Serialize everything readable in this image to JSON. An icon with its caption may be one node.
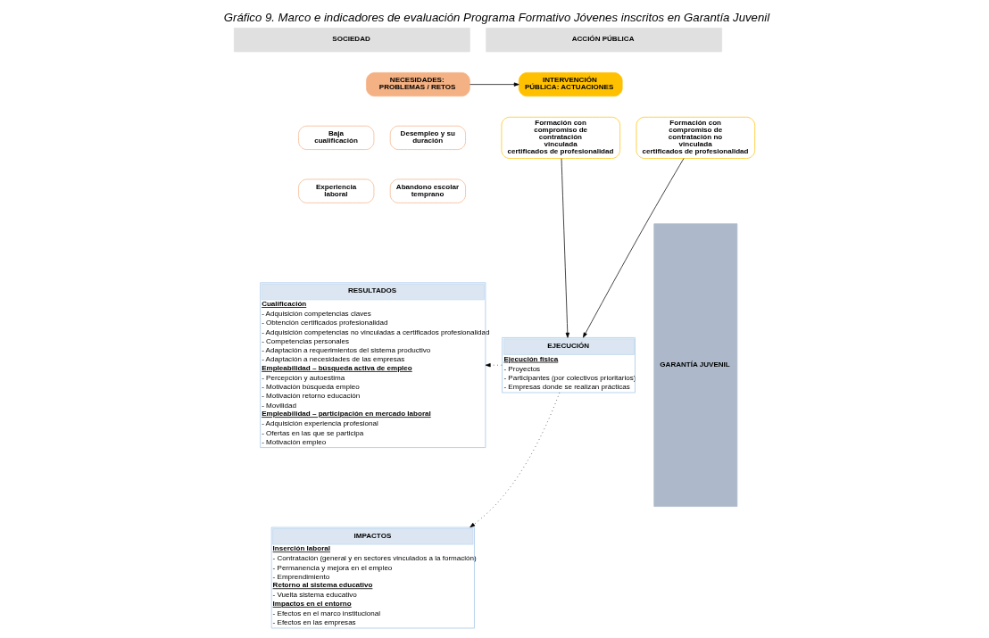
{
  "diagram": {
    "title": "Gráfico 9. Marco e indicadores de evaluación Programa Formativo Jóvenes inscritos en Garantía Juvenil",
    "nodes": [
      {
        "text": [
          "SOCIEDAD"
        ]
      },
      {
        "text": [
          "ACCIÓN PÚBLICA"
        ]
      },
      {
        "text": [
          "NECESIDADES: PROBLEMAS / RETOS"
        ]
      },
      {
        "text": [
          "Baja cualificación"
        ]
      },
      {
        "text": [
          "Desempleo y su duración"
        ]
      },
      {
        "text": [
          "Experiencia laboral"
        ]
      },
      {
        "text": [
          "Abandono escolar temprano"
        ]
      },
      {
        "text": [
          "INTERVENCIÓN PÚBLICA: ACTUACIONES"
        ]
      },
      {
        "text": [
          "Formación con compromiso de contratación vinculada certificados de profesionalidad"
        ]
      },
      {
        "text": [
          "Formación con compromiso de contratación no vinculada certificados de profesionalidad"
        ]
      },
      {
        "text": [
          "RESULTADOS",
          "Cualificación",
          "- Adquisición competencias claves",
          "- Obtención certificados profesionalidad",
          "- Adquisición competencias no vinculadas a certificados profesionalidad",
          "- Competencias personales",
          "- Adaptación a requerimientos del sistema productivo",
          "- Adaptación a necesidades de las empresas",
          "Empleabilidad – búsqueda activa de empleo",
          "- Percepción y autoestima",
          "- Motivación búsqueda empleo",
          "- Motivación retorno educación",
          "- Movilidad",
          "Empleabilidad – participación en mercado laboral",
          "- Adquisición experiencia profesional",
          "- Ofertas en las que se participa",
          "- Motivación empleo"
        ]
      },
      {
        "text": [
          "IMPACTOS",
          "Inserción laboral",
          "- Contratación (general y en sectores vinculados a la formación)",
          "- Permanencia y mejora en el empleo",
          "- Emprendimiento",
          "Retorno al sistema educativo",
          "- Vuelta sistema educativo",
          "Impactos en el entorno",
          "- Efectos en el marco institucional",
          "- Efectos en las empresas"
        ]
      },
      {
        "text": [
          "EJECUCIÓN",
          "Ejecución física",
          "- Proyectos",
          "- Participantes (por colectivos prioritarios)",
          "- Empresas donde se realizan prácticas"
        ]
      },
      {
        "text": [
          "GARANTÍA JUVENIL"
        ]
      }
    ],
    "edges": [
      {
        "from": 2,
        "to": 7,
        "arrow": "to"
      },
      {
        "from": 8,
        "to": 12,
        "arrow": "to"
      },
      {
        "from": 9,
        "to": 12,
        "arrow": "to"
      },
      {
        "from": 12,
        "to": 10,
        "arrow": "to",
        "style": "dashed"
      },
      {
        "from": 12,
        "to": 11,
        "arrow": "to",
        "style": "dashed"
      }
    ]
  }
}
